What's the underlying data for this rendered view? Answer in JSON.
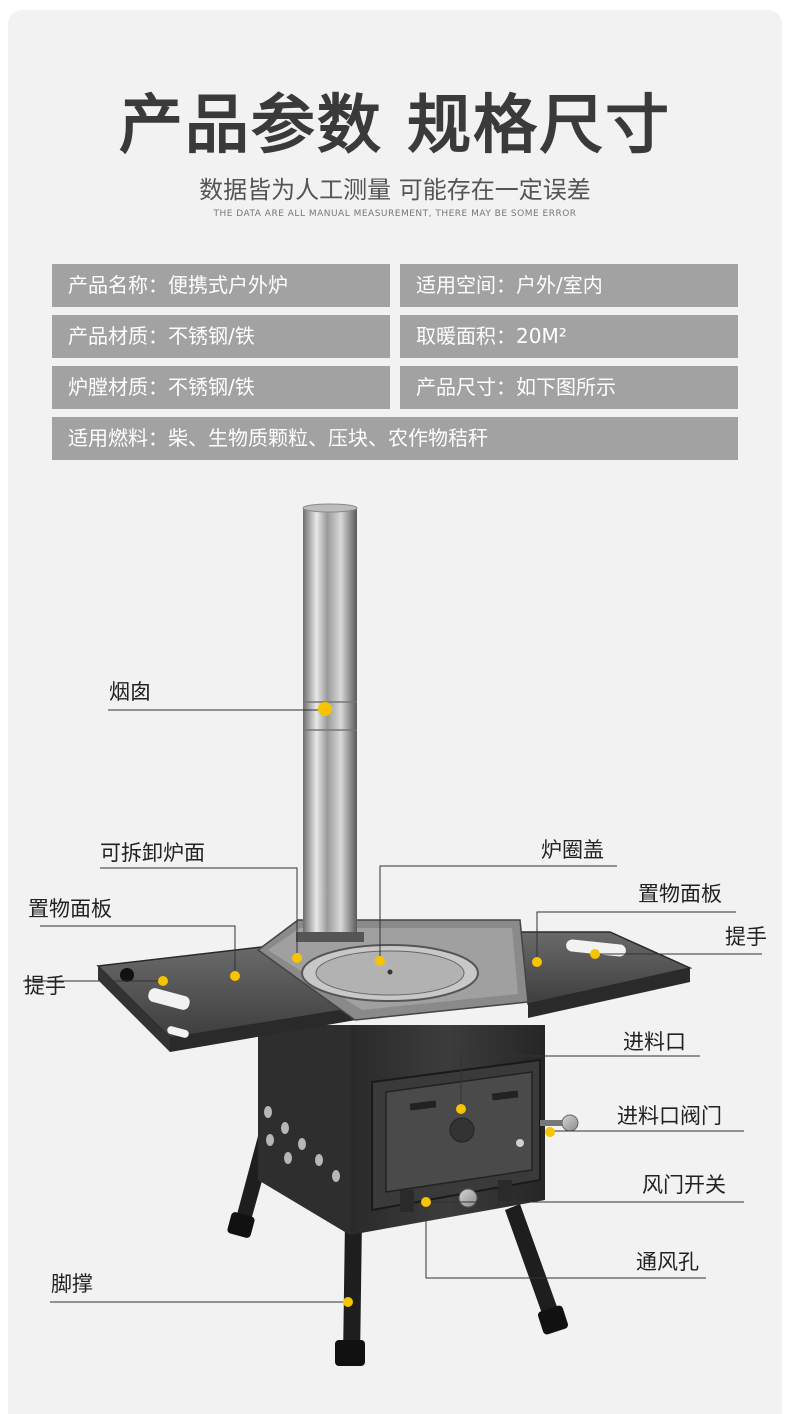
{
  "header": {
    "title": "产品参数 规格尺寸",
    "subtitle": "数据皆为人工测量 可能存在一定误差",
    "subtitle_en": "THE DATA ARE ALL MANUAL MEASUREMENT, THERE MAY BE SOME ERROR"
  },
  "specs": [
    {
      "label": "产品名称：",
      "value": "便携式户外炉"
    },
    {
      "label": "适用空间：",
      "value": "户外/室内"
    },
    {
      "label": "产品材质：",
      "value": "不锈钢/铁"
    },
    {
      "label": "取暖面积：",
      "value": "20M²"
    },
    {
      "label": "炉膛材质：",
      "value": "不锈钢/铁"
    },
    {
      "label": "产品尺寸：",
      "value": "如下图所示"
    },
    {
      "label": "适用燃料：",
      "value": "柴、生物质颗粒、压块、农作物秸秆"
    }
  ],
  "callouts": {
    "chimney": "烟囱",
    "removable_top": "可拆卸炉面",
    "ring_cover": "炉圈盖",
    "shelf_left": "置物面板",
    "shelf_right": "置物面板",
    "handle_left": "提手",
    "handle_right": "提手",
    "feed_port": "进料口",
    "feed_valve": "进料口阀门",
    "damper_switch": "风门开关",
    "vent_holes": "通风孔",
    "legs": "脚撑"
  },
  "colors": {
    "background": "#f2f2f2",
    "spec_bar": "#a2a2a2",
    "title": "#3a3a3a",
    "marker": "#f6c400"
  }
}
